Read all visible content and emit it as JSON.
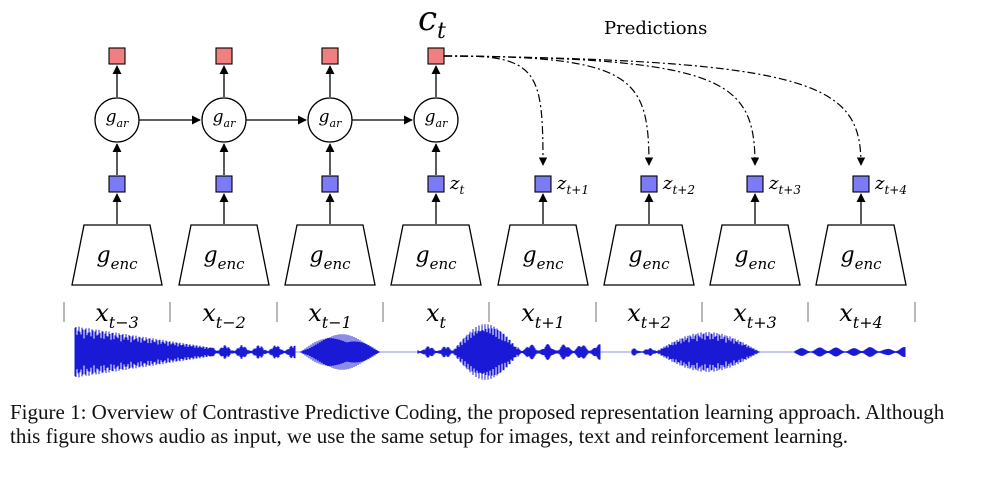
{
  "diagram": {
    "context_label": {
      "base": "c",
      "sub": "t"
    },
    "predictions_label": "Predictions",
    "ar_label": {
      "base": "g",
      "sub": "ar"
    },
    "enc_label": {
      "base": "g",
      "sub": "enc"
    },
    "z_labels": [
      {
        "base": "z",
        "sub": "t"
      },
      {
        "base": "z",
        "sub": "t+1"
      },
      {
        "base": "z",
        "sub": "t+2"
      },
      {
        "base": "z",
        "sub": "t+3"
      },
      {
        "base": "z",
        "sub": "t+4"
      }
    ],
    "x_labels": [
      {
        "base": "x",
        "sub": "t−3"
      },
      {
        "base": "x",
        "sub": "t−2"
      },
      {
        "base": "x",
        "sub": "t−1"
      },
      {
        "base": "x",
        "sub": "t"
      },
      {
        "base": "x",
        "sub": "t+1"
      },
      {
        "base": "x",
        "sub": "t+2"
      },
      {
        "base": "x",
        "sub": "t+3"
      },
      {
        "base": "x",
        "sub": "t+4"
      }
    ],
    "colors": {
      "context_box": "#f08080",
      "latent_box": "#7b7bf5",
      "waveform": "#1a1ad6",
      "stroke": "#000000"
    }
  },
  "caption": {
    "text": "Figure 1: Overview of Contrastive Predictive Coding, the proposed representation learning approach. Although this figure shows audio as input, we use the same setup for images, text and reinforcement learning."
  }
}
